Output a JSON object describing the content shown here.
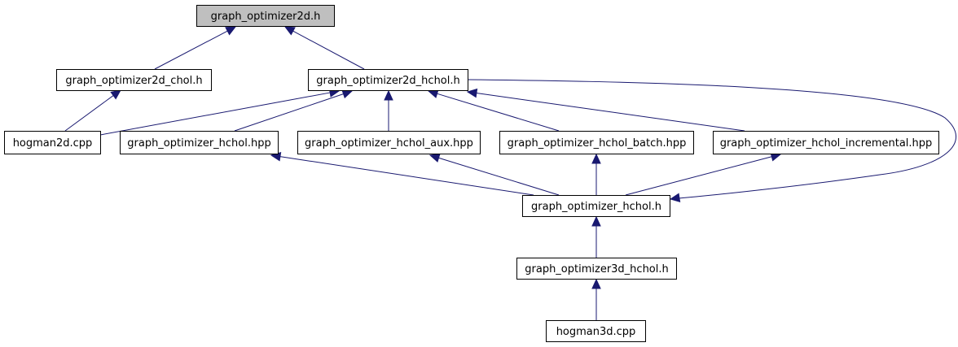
{
  "nodes": [
    {
      "id": "n0",
      "label": "graph_optimizer2d.h",
      "root": true
    },
    {
      "id": "n1",
      "label": "graph_optimizer2d_chol.h"
    },
    {
      "id": "n2",
      "label": "graph_optimizer2d_hchol.h"
    },
    {
      "id": "n3",
      "label": "hogman2d.cpp"
    },
    {
      "id": "n4",
      "label": "graph_optimizer_hchol.hpp"
    },
    {
      "id": "n5",
      "label": "graph_optimizer_hchol_aux.hpp"
    },
    {
      "id": "n6",
      "label": "graph_optimizer_hchol_batch.hpp"
    },
    {
      "id": "n7",
      "label": "graph_optimizer_hchol_incremental.hpp"
    },
    {
      "id": "n8",
      "label": "graph_optimizer_hchol.h"
    },
    {
      "id": "n9",
      "label": "graph_optimizer3d_hchol.h"
    },
    {
      "id": "n10",
      "label": "hogman3d.cpp"
    }
  ],
  "edges": [
    {
      "from": "n1",
      "to": "n0"
    },
    {
      "from": "n2",
      "to": "n0"
    },
    {
      "from": "n3",
      "to": "n1"
    },
    {
      "from": "n3",
      "to": "n2"
    },
    {
      "from": "n4",
      "to": "n2"
    },
    {
      "from": "n5",
      "to": "n2"
    },
    {
      "from": "n6",
      "to": "n2"
    },
    {
      "from": "n7",
      "to": "n2"
    },
    {
      "from": "n8",
      "to": "n2"
    },
    {
      "from": "n8",
      "to": "n4"
    },
    {
      "from": "n8",
      "to": "n5"
    },
    {
      "from": "n8",
      "to": "n6"
    },
    {
      "from": "n8",
      "to": "n7"
    },
    {
      "from": "n9",
      "to": "n8"
    },
    {
      "from": "n10",
      "to": "n9"
    }
  ],
  "colors": {
    "edge": "#191970",
    "root_fill": "#bfbfbf",
    "node_fill": "#ffffff",
    "border": "#000000"
  }
}
